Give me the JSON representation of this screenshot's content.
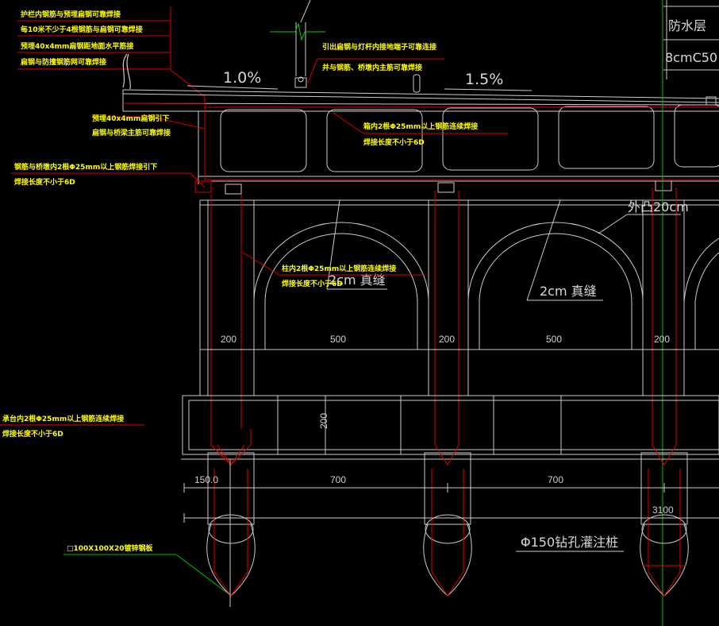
{
  "annotations": {
    "top_left": [
      "护栏内钢筋与预埋扁钢可靠焊接",
      "每10米不少于4根钢筋与扁钢可靠焊接",
      "预埋40x4mm扁钢距地面水平筋接",
      "扁钢与防撞钢筋网可靠焊接"
    ],
    "deck_left": [
      "预埋40x4mm扁钢引下",
      "扁钢与桥梁主筋可靠焊接"
    ],
    "bearing_left": [
      "钢筋与桥墩内2根Φ25mm以上钢筋焊接引下",
      "焊接长度不小于6D"
    ],
    "center_top": [
      "引出扁钢与灯杆内接地端子可靠连接",
      "并与钢筋、桥墩内主筋可靠焊接"
    ],
    "deck_mid": [
      "箱内2根Φ25mm以上钢筋连续焊接",
      "焊接长度不小于6D"
    ],
    "pier": [
      "柱内2根Φ25mm以上钢筋连续焊接",
      "焊接长度不小于6D"
    ],
    "cap_left": [
      "承台内2根Φ25mm以上钢筋连续焊接",
      "焊接长度不小于6D"
    ],
    "base_plate": "□100X100X20镀锌钢板"
  },
  "labels": {
    "slope_left": "1.0%",
    "slope_right": "1.5%",
    "waterproof": "防水层",
    "concrete": "8cmC50",
    "protrusion": "外凸20cm",
    "joint_left": "2cm 真缝",
    "joint_right": "2cm 真缝",
    "pile": "Φ150钻孔灌注桩"
  },
  "dimensions": {
    "widths": [
      "200",
      "500",
      "200",
      "500",
      "200"
    ],
    "cap_height": "200",
    "pile_edge": "150.0",
    "pile_spacing": [
      "700",
      "700"
    ],
    "total": "3100"
  }
}
